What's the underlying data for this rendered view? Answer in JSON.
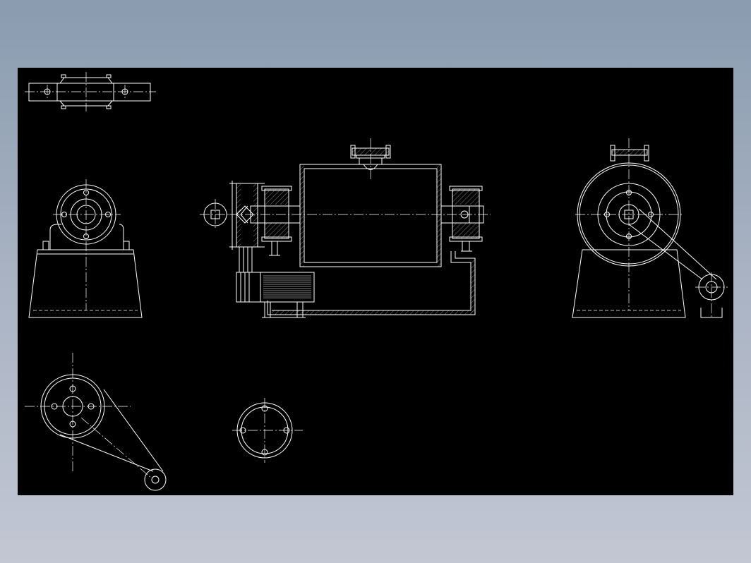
{
  "drawing": {
    "background_color": "#000000",
    "line_color": "#ffffff",
    "frame_gradient_top": "#8a9bb0",
    "frame_gradient_bottom": "#c2c7d3"
  },
  "views": [
    {
      "name": "top-view"
    },
    {
      "name": "left-side-view"
    },
    {
      "name": "front-section-view"
    },
    {
      "name": "right-side-view"
    },
    {
      "name": "pulley-arm-detail"
    },
    {
      "name": "flange-detail"
    }
  ]
}
